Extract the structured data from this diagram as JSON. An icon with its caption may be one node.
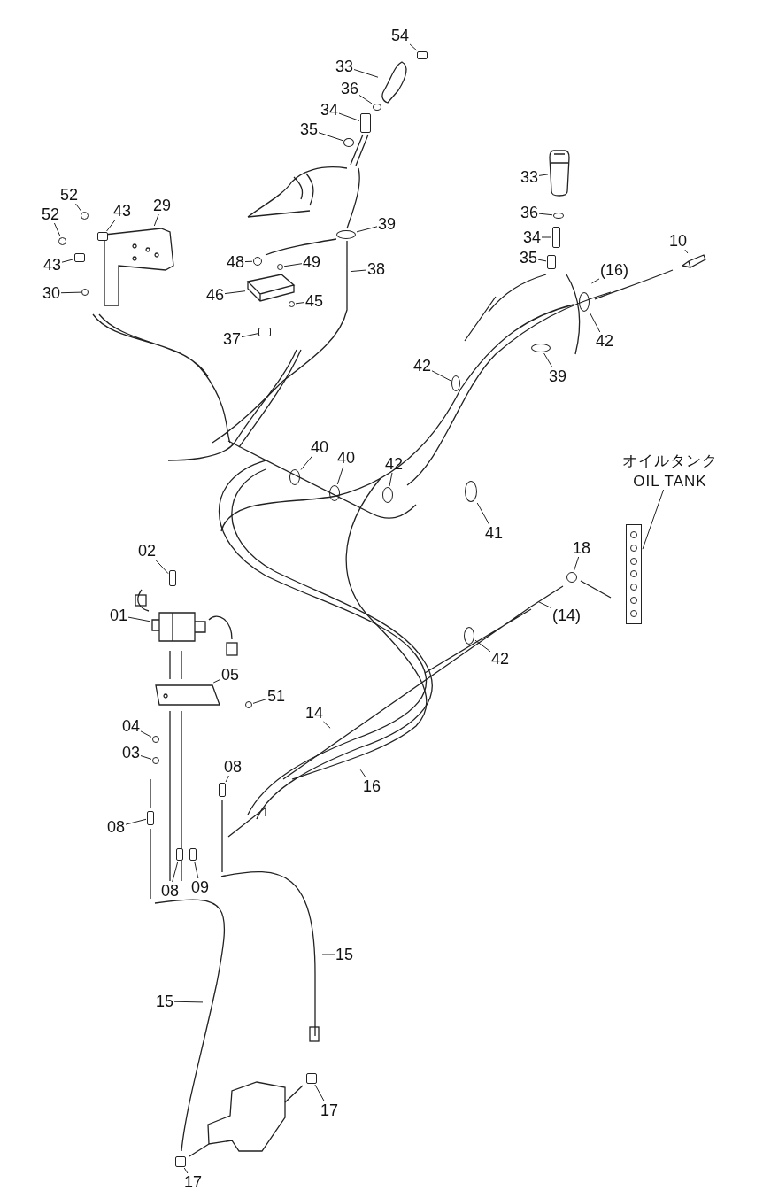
{
  "diagram": {
    "nodes": [
      {
        "text": [
          "54"
        ]
      },
      {
        "text": [
          "33"
        ]
      },
      {
        "text": [
          "36"
        ]
      },
      {
        "text": [
          "34"
        ]
      },
      {
        "text": [
          "35"
        ]
      },
      {
        "text": [
          "33"
        ]
      },
      {
        "text": [
          "52"
        ]
      },
      {
        "text": [
          "29"
        ]
      },
      {
        "text": [
          "43"
        ]
      },
      {
        "text": [
          "52"
        ]
      },
      {
        "text": [
          "39"
        ]
      },
      {
        "text": [
          "36"
        ]
      },
      {
        "text": [
          "34"
        ]
      },
      {
        "text": [
          "10"
        ]
      },
      {
        "text": [
          "35"
        ]
      },
      {
        "text": [
          "48"
        ]
      },
      {
        "text": [
          "49"
        ]
      },
      {
        "text": [
          "43"
        ]
      },
      {
        "text": [
          "38"
        ]
      },
      {
        "text": [
          "(16)"
        ]
      },
      {
        "text": [
          "30"
        ]
      },
      {
        "text": [
          "46"
        ]
      },
      {
        "text": [
          "45"
        ]
      },
      {
        "text": [
          "37"
        ]
      },
      {
        "text": [
          "42"
        ]
      },
      {
        "text": [
          "42"
        ]
      },
      {
        "text": [
          "39"
        ]
      },
      {
        "text": [
          "40"
        ]
      },
      {
        "text": [
          "40"
        ]
      },
      {
        "text": [
          "42"
        ]
      },
      {
        "text": [
          "オイルタンク",
          "OIL TANK"
        ]
      },
      {
        "text": [],
        "shape": "box"
      },
      {
        "text": [
          "41"
        ]
      },
      {
        "text": [
          "02"
        ]
      },
      {
        "text": [
          "18"
        ]
      },
      {
        "text": [
          "01"
        ]
      },
      {
        "text": [
          "(14)"
        ]
      },
      {
        "text": [
          "42"
        ]
      },
      {
        "text": [
          "05"
        ]
      },
      {
        "text": [
          "51"
        ]
      },
      {
        "text": [
          "04"
        ]
      },
      {
        "text": [
          "14"
        ]
      },
      {
        "text": [
          "03"
        ]
      },
      {
        "text": [
          "08"
        ]
      },
      {
        "text": [
          "16"
        ]
      },
      {
        "text": [
          "08"
        ]
      },
      {
        "text": [
          "08"
        ]
      },
      {
        "text": [
          "09"
        ]
      },
      {
        "text": [
          "15"
        ]
      },
      {
        "text": [
          "15"
        ]
      },
      {
        "text": [
          "17"
        ]
      },
      {
        "text": [
          "17"
        ]
      },
      {
        "text": [],
        "shape": "box"
      },
      {
        "text": [],
        "shape": "picture"
      },
      {
        "text": [],
        "shape": "circle"
      },
      {
        "text": [],
        "shape": "box"
      },
      {
        "text": [],
        "shape": "circle"
      },
      {
        "text": [],
        "shape": "picture"
      },
      {
        "text": [],
        "shape": "circle"
      },
      {
        "text": [],
        "shape": "picture"
      },
      {
        "text": [],
        "shape": "box"
      },
      {
        "text": [],
        "shape": "circle"
      },
      {
        "text": [],
        "shape": "circle"
      },
      {
        "text": [],
        "shape": "circle"
      },
      {
        "text": [],
        "shape": "box"
      },
      {
        "text": [],
        "shape": "picture"
      },
      {
        "text": [],
        "shape": "box"
      },
      {
        "text": [],
        "shape": "circle"
      },
      {
        "text": [],
        "shape": "circle"
      },
      {
        "text": [],
        "shape": "box"
      },
      {
        "text": [],
        "shape": "circle"
      },
      {
        "text": [],
        "shape": "picture"
      },
      {
        "text": [],
        "shape": "circle"
      },
      {
        "text": [],
        "shape": "box"
      },
      {
        "text": [],
        "shape": "circle"
      },
      {
        "text": [],
        "shape": "circle"
      },
      {
        "text": [],
        "shape": "circle"
      },
      {
        "text": [],
        "shape": "circle"
      },
      {
        "text": [],
        "shape": "circle"
      },
      {
        "text": [],
        "shape": "circle"
      },
      {
        "text": [],
        "shape": "circle"
      },
      {
        "text": [],
        "shape": "box"
      },
      {
        "text": [],
        "shape": "circle"
      },
      {
        "text": [],
        "shape": "picture"
      },
      {
        "text": [],
        "shape": "circle"
      },
      {
        "text": [],
        "shape": "picture"
      },
      {
        "text": [],
        "shape": "circle"
      },
      {
        "text": [],
        "shape": "circle"
      },
      {
        "text": [],
        "shape": "circle"
      },
      {
        "text": [],
        "shape": "box"
      },
      {
        "text": [],
        "shape": "box"
      },
      {
        "text": [],
        "shape": "box"
      },
      {
        "text": [],
        "shape": "box"
      },
      {
        "text": [],
        "shape": "box"
      },
      {
        "text": [],
        "shape": "box"
      }
    ],
    "edges": [
      {
        "from": 0,
        "to": 52,
        "arrow": "none"
      },
      {
        "from": 1,
        "to": 53,
        "arrow": "none"
      },
      {
        "from": 2,
        "to": 54,
        "arrow": "none"
      },
      {
        "from": 3,
        "to": 55,
        "arrow": "none"
      },
      {
        "from": 4,
        "to": 56,
        "arrow": "none"
      },
      {
        "from": 5,
        "to": 57,
        "arrow": "none"
      },
      {
        "from": 6,
        "to": 58,
        "arrow": "none"
      },
      {
        "from": 7,
        "to": 59,
        "arrow": "none"
      },
      {
        "from": 8,
        "to": 60,
        "arrow": "none"
      },
      {
        "from": 9,
        "to": 61,
        "arrow": "none"
      },
      {
        "from": 10,
        "to": 62,
        "arrow": "none"
      },
      {
        "from": 11,
        "to": 63,
        "arrow": "none"
      },
      {
        "from": 12,
        "to": 64,
        "arrow": "none"
      },
      {
        "from": 13,
        "to": 65,
        "arrow": "none"
      },
      {
        "from": 14,
        "to": 66,
        "arrow": "none"
      },
      {
        "from": 15,
        "to": 67,
        "arrow": "none"
      },
      {
        "from": 16,
        "to": 68,
        "arrow": "none"
      },
      {
        "from": 17,
        "to": 69,
        "arrow": "none"
      },
      {
        "from": 18,
        "to": null,
        "arrow": "none"
      },
      {
        "from": 19,
        "to": null,
        "arrow": "none"
      },
      {
        "from": 20,
        "to": 70,
        "arrow": "none"
      },
      {
        "from": 21,
        "to": 71,
        "arrow": "none"
      },
      {
        "from": 22,
        "to": 72,
        "arrow": "none"
      },
      {
        "from": 23,
        "to": 73,
        "arrow": "none"
      },
      {
        "from": 24,
        "to": 74,
        "arrow": "none"
      },
      {
        "from": 25,
        "to": 75,
        "arrow": "none"
      },
      {
        "from": 26,
        "to": 76,
        "arrow": "none"
      },
      {
        "from": 27,
        "to": 77,
        "arrow": "none"
      },
      {
        "from": 28,
        "to": 78,
        "arrow": "none"
      },
      {
        "from": 29,
        "to": 79,
        "arrow": "none"
      },
      {
        "from": 30,
        "to": 31,
        "arrow": "none"
      },
      {
        "from": 32,
        "to": 80,
        "arrow": "none"
      },
      {
        "from": 33,
        "to": 81,
        "arrow": "none"
      },
      {
        "from": 34,
        "to": 82,
        "arrow": "none"
      },
      {
        "from": 35,
        "to": 83,
        "arrow": "none"
      },
      {
        "from": 36,
        "to": null,
        "arrow": "none"
      },
      {
        "from": 37,
        "to": 84,
        "arrow": "none"
      },
      {
        "from": 38,
        "to": 85,
        "arrow": "none"
      },
      {
        "from": 39,
        "to": 86,
        "arrow": "none"
      },
      {
        "from": 40,
        "to": 87,
        "arrow": "none"
      },
      {
        "from": 41,
        "to": null,
        "arrow": "none"
      },
      {
        "from": 42,
        "to": 88,
        "arrow": "none"
      },
      {
        "from": 43,
        "to": 89,
        "arrow": "none"
      },
      {
        "from": 44,
        "to": null,
        "arrow": "none"
      },
      {
        "from": 45,
        "to": 90,
        "arrow": "none"
      },
      {
        "from": 46,
        "to": 91,
        "arrow": "none"
      },
      {
        "from": 47,
        "to": 92,
        "arrow": "none"
      },
      {
        "from": 48,
        "to": null,
        "arrow": "none"
      },
      {
        "from": 49,
        "to": null,
        "arrow": "none"
      },
      {
        "from": 50,
        "to": 93,
        "arrow": "none"
      },
      {
        "from": 51,
        "to": 94,
        "arrow": "none"
      }
    ]
  }
}
